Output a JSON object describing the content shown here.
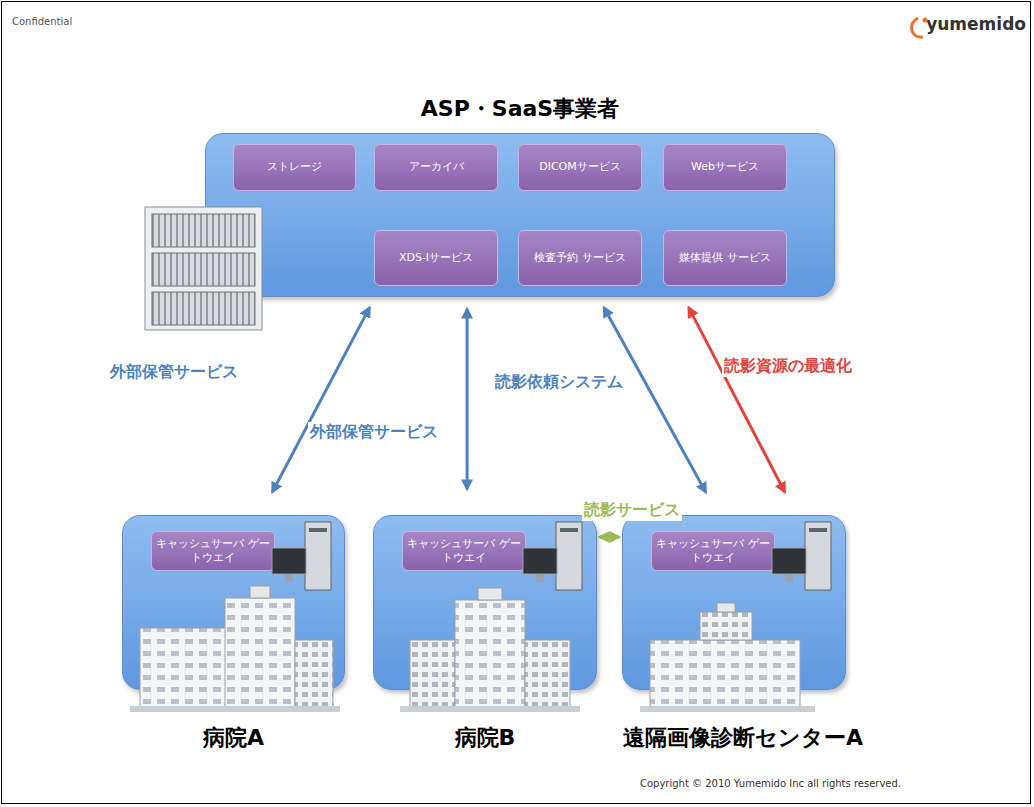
{
  "diagram": {
    "nodes": [
      {
        "text": [
          "ASP・SaaS事業者"
        ]
      },
      {
        "text": [
          "ストレージ"
        ],
        "in": 0
      },
      {
        "text": [
          "アーカイバ"
        ],
        "in": 0
      },
      {
        "text": [
          "DICOMサービス"
        ],
        "in": 0
      },
      {
        "text": [
          "Webサービス"
        ],
        "in": 0
      },
      {
        "text": [
          "XDS-Iサービス"
        ],
        "in": 0
      },
      {
        "text": [
          "検査予約 サービス"
        ],
        "in": 0
      },
      {
        "text": [
          "媒体提供 サービス"
        ],
        "in": 0
      },
      {
        "text": [
          "病院A"
        ]
      },
      {
        "text": [
          "キャッシュサーバ ゲートウエイ"
        ],
        "in": 8
      },
      {
        "text": [
          "病院B"
        ]
      },
      {
        "text": [
          "キャッシュサーバ ゲートウエイ"
        ],
        "in": 10
      },
      {
        "text": [
          "遠隔画像診断センターA"
        ]
      },
      {
        "text": [
          "キャッシュサーバ ゲートウエイ"
        ],
        "in": 12
      }
    ],
    "edges": [
      {
        "from": 8,
        "to": 0,
        "arrow": "both",
        "label": "外部保管サービス"
      },
      {
        "from": 10,
        "to": 0,
        "arrow": "both",
        "label": "外部保管サービス"
      },
      {
        "from": 12,
        "to": 0,
        "arrow": "both",
        "label": "読影依頼システム"
      },
      {
        "from": 12,
        "to": 0,
        "arrow": "both",
        "label": "読影資源の最適化"
      },
      {
        "from": 10,
        "to": 12,
        "arrow": "both",
        "label": "読影サービス"
      }
    ],
    "labels": [
      "Confidential",
      "yumemido",
      "Copyright © 2010 Yumemido Inc all rights reserved."
    ]
  }
}
